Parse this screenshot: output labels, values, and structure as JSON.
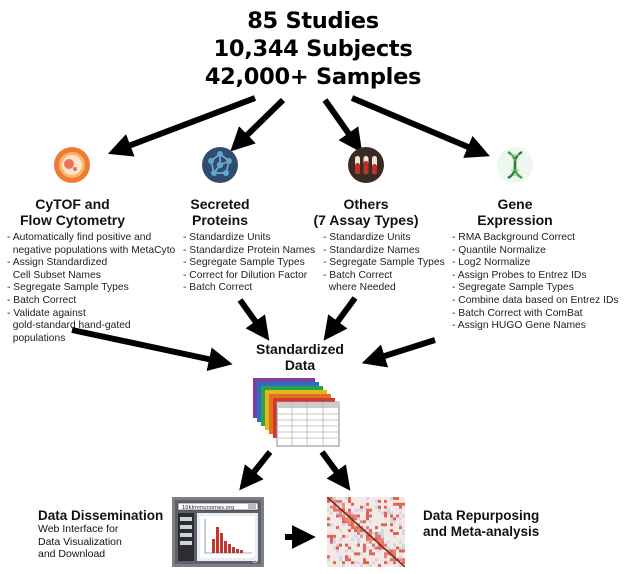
{
  "header": {
    "studies": "85 Studies",
    "subjects": "10,344 Subjects",
    "samples": "42,000+ Samples"
  },
  "columns": [
    {
      "id": "cytof",
      "icon": "cell-icon",
      "title_lines": [
        "CyTOF and",
        "Flow Cytometry"
      ],
      "steps": [
        "- Automatically find positive and",
        "  negative populations with MetaCyto",
        "- Assign Standardized",
        "  Cell Subset Names",
        "- Segregate Sample Types",
        "- Batch Correct",
        "- Validate against",
        "  gold-standard hand-gated",
        "  populations"
      ]
    },
    {
      "id": "secreted",
      "icon": "protein-network-icon",
      "title_lines": [
        "Secreted",
        "Proteins"
      ],
      "steps": [
        "- Standardize Units",
        "- Standardize Protein Names",
        "- Segregate Sample Types",
        "- Correct for Dilution Factor",
        "- Batch Correct"
      ]
    },
    {
      "id": "others",
      "icon": "test-tubes-icon",
      "title_lines": [
        "Others",
        "(7 Assay Types)"
      ],
      "steps": [
        "- Standardize Units",
        "- Standardize Names",
        "- Segregate Sample Types",
        "- Batch Correct",
        "  where Needed"
      ]
    },
    {
      "id": "gene",
      "icon": "dna-icon",
      "title_lines": [
        "Gene",
        "Expression"
      ],
      "steps": [
        "- RMA Background Correct",
        "- Quantile Normalize",
        "- Log2 Normalize",
        "- Assign Probes to Entrez IDs",
        "- Segregate Sample Types",
        "- Combine data based on Entrez IDs",
        "- Batch Correct with ComBat",
        "- Assign HUGO Gene Names"
      ]
    }
  ],
  "standardized": {
    "title_lines": [
      "Standardized",
      "Data"
    ],
    "icon": "stacked-tables-icon"
  },
  "dissemination": {
    "title": "Data Dissemination",
    "subtitle_lines": [
      "Web Interface for",
      "Data Visualization",
      "and Download"
    ],
    "browser_url": "10kImmunomes.org",
    "icon": "web-browser-icon"
  },
  "repurposing": {
    "title_lines": [
      "Data Repurposing",
      "and Meta-analysis"
    ],
    "icon": "correlation-heatmap-icon"
  },
  "colors": {
    "arrow": "#000000",
    "cell_orange": "#f07a33",
    "protein_blue": "#2f4e6e",
    "tubes_dark": "#3a2a24",
    "tube_red": "#c0302a",
    "dna_green": "#3fa34d",
    "table_stack": [
      "#7b3fa0",
      "#2f6bc4",
      "#2aa14a",
      "#e3b51d",
      "#e0721f",
      "#d33a2b"
    ],
    "heatmap_red": "#d9442f",
    "heatmap_blue": "#9bbbe0"
  }
}
